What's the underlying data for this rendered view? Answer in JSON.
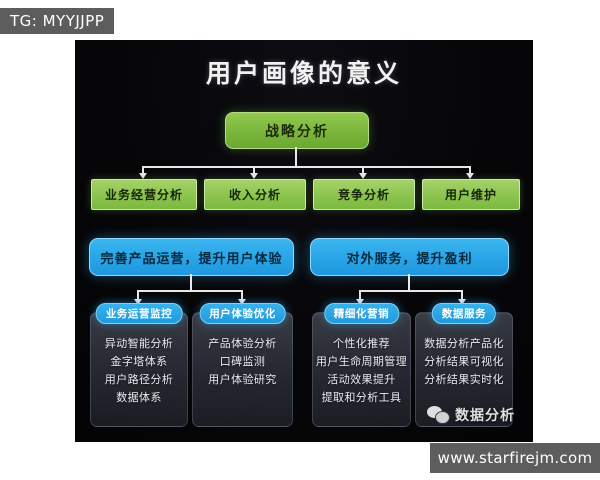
{
  "badge": {
    "text": "TG: MYYJJPP"
  },
  "slide": {
    "title": "用户画像的意义",
    "root": {
      "label": "战略分析"
    },
    "level2": [
      {
        "label": "业务经营分析"
      },
      {
        "label": "收入分析"
      },
      {
        "label": "竞争分析"
      },
      {
        "label": "用户维护"
      }
    ],
    "level3": [
      {
        "label": "完善产品运营，提升用户体验"
      },
      {
        "label": "对外服务，提升盈利"
      }
    ],
    "panels": [
      {
        "title": "业务运营监控",
        "items": [
          "异动智能分析",
          "金字塔体系",
          "用户路径分析",
          "数据体系"
        ]
      },
      {
        "title": "用户体验优化",
        "items": [
          "产品体验分析",
          "口碑监测",
          "用户体验研究"
        ]
      },
      {
        "title": "精细化营销",
        "items": [
          "个性化推荐",
          "用户生命周期管理",
          "活动效果提升",
          "提取和分析工具"
        ]
      },
      {
        "title": "数据服务",
        "items": [
          "数据分析产品化",
          "分析结果可视化",
          "分析结果实时化"
        ]
      }
    ],
    "watermark": {
      "icon": "wechat-icon",
      "label": "数据分析"
    }
  },
  "footer": {
    "url": "www.starfirejm.com"
  },
  "colors": {
    "green": "#8cc44e",
    "blue": "#29a6e8",
    "cyan_pill": "#2099dc",
    "slide_bg": "#07070a",
    "badge_bg": "#5d5d5d"
  }
}
